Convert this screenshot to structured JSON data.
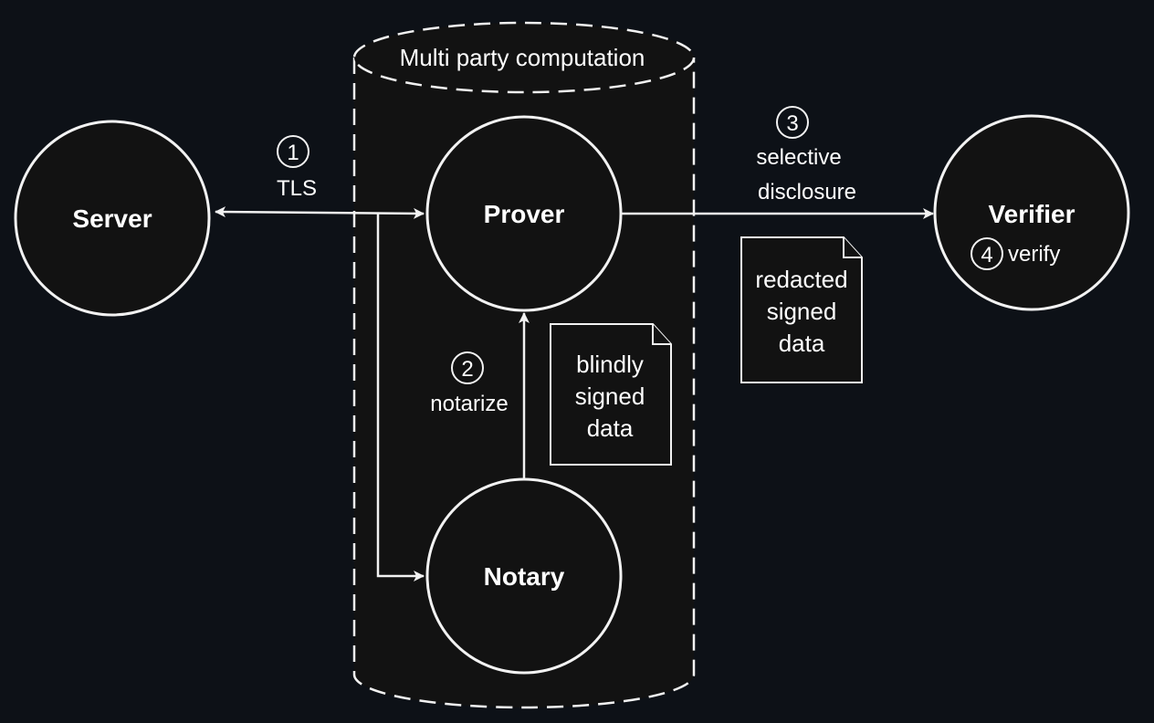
{
  "container": {
    "label": "Multi party computation"
  },
  "nodes": {
    "server": "Server",
    "prover": "Prover",
    "notary": "Notary",
    "verifier": "Verifier"
  },
  "steps": {
    "tls": {
      "number": "1",
      "label": "TLS"
    },
    "notarize": {
      "number": "2",
      "label": "notarize"
    },
    "disclosure": {
      "number": "3",
      "label_line1": "selective",
      "label_line2": "disclosure"
    },
    "verify": {
      "number": "4",
      "label": "verify"
    }
  },
  "documents": {
    "blind": {
      "line1": "blindly",
      "line2": "signed",
      "line3": "data"
    },
    "redacted": {
      "line1": "redacted",
      "line2": "signed",
      "line3": "data"
    }
  },
  "colors": {
    "background": "#0d1117",
    "node_fill": "#121212",
    "stroke": "#f2f2f2",
    "text": "#ffffff"
  }
}
